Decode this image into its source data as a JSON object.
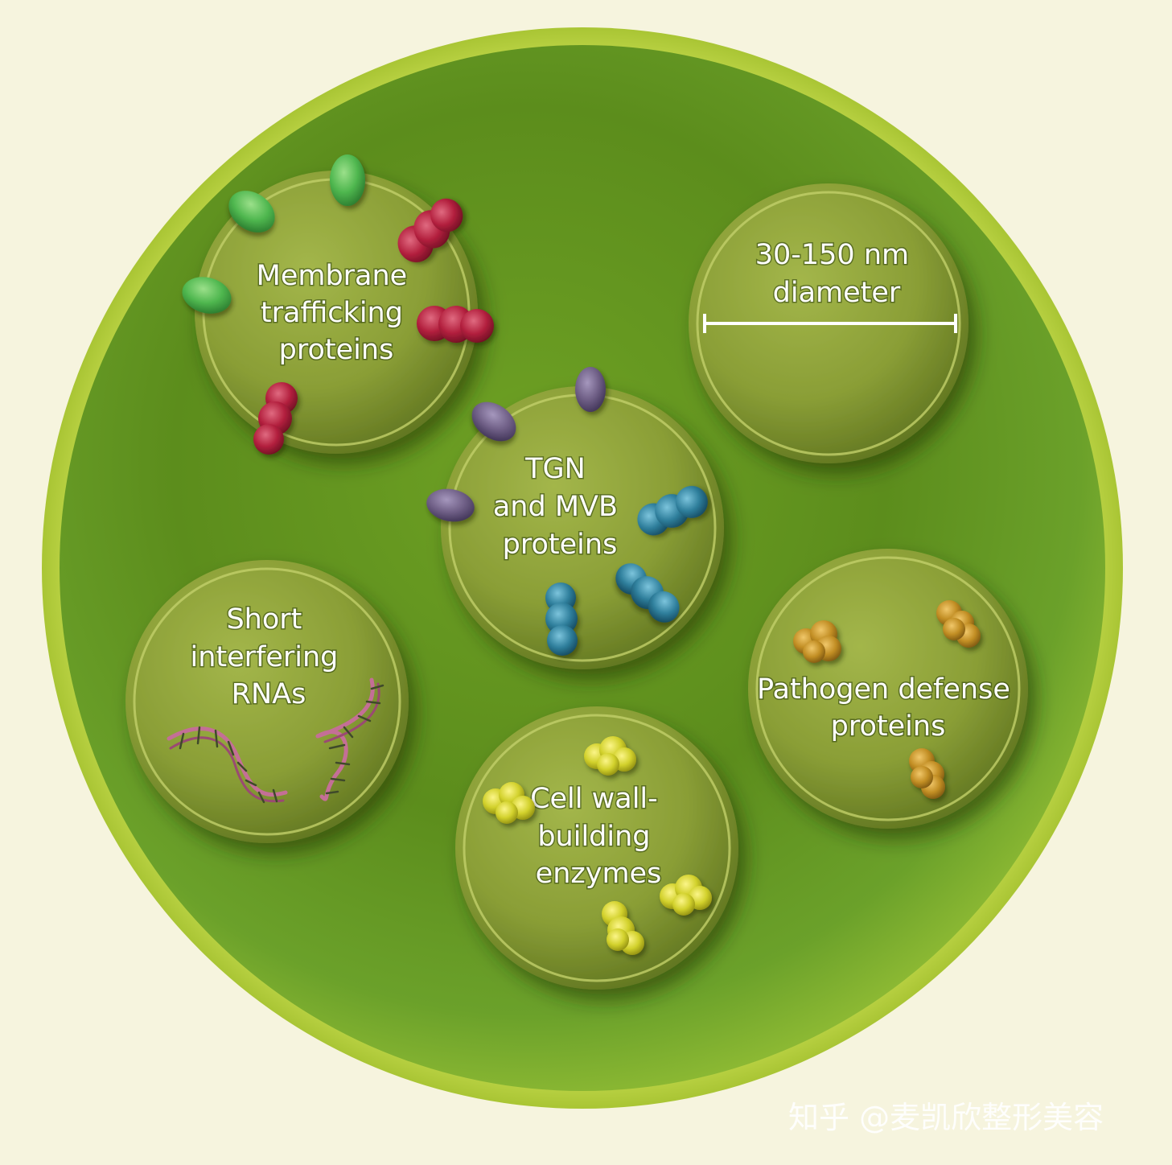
{
  "colors": {
    "background": "#f6f4de",
    "cell_rim": "#b8d23e",
    "cell_interior": "#6a9a1e",
    "vesicle": "#8da23a",
    "trafficking_green": "#4fb74f",
    "trafficking_red": "#b3203e",
    "tgn_purple": "#6f5f86",
    "tgn_blue": "#2f7f9c",
    "pathogen_orange": "#c28e24",
    "cellwall_yellow": "#d2d12c",
    "rna_pink": "#c46f96"
  },
  "vesicles": {
    "membrane": {
      "lines": [
        "Membrane",
        "trafficking",
        "proteins"
      ]
    },
    "size": {
      "lines": [
        "30-150 nm",
        "diameter"
      ]
    },
    "tgn": {
      "lines": [
        "TGN",
        "and MVB",
        "proteins"
      ]
    },
    "sirna": {
      "lines": [
        "Short",
        "interfering",
        "RNAs"
      ]
    },
    "pathogen": {
      "lines": [
        "Pathogen defense",
        "proteins"
      ]
    },
    "cellwall": {
      "lines": [
        "Cell wall-",
        "building",
        "enzymes"
      ]
    }
  },
  "watermark": "知乎 @麦凯欣整形美容"
}
